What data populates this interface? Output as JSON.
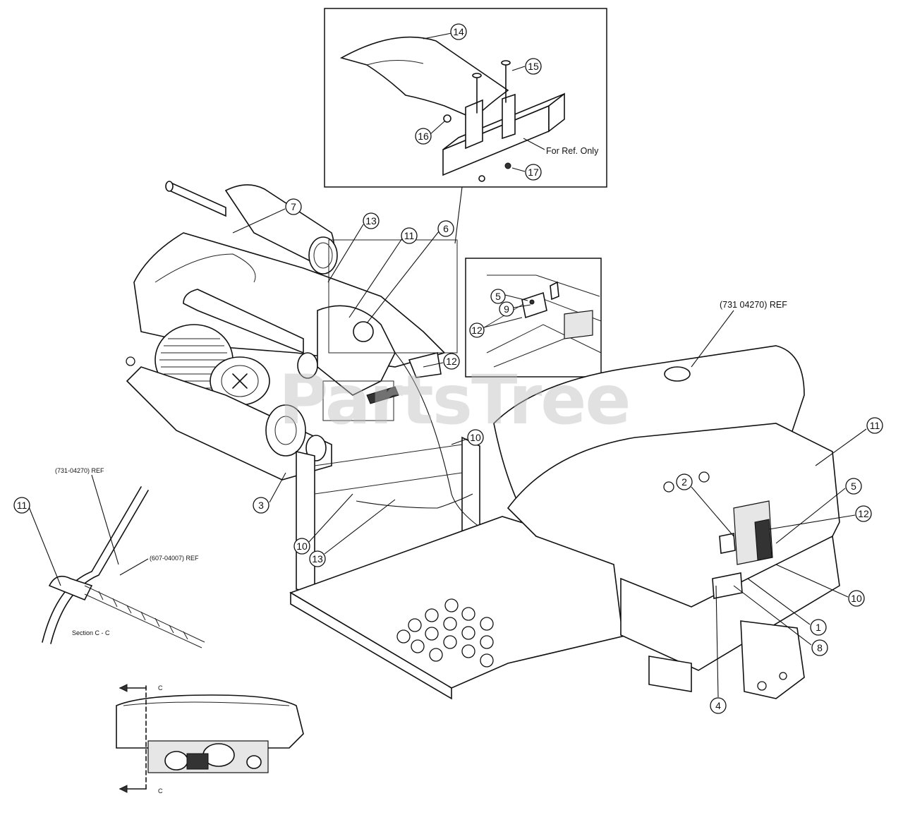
{
  "watermark": "PartsTree",
  "callouts": {
    "c14": "14",
    "c15": "15",
    "c16": "16",
    "c17": "17",
    "c7": "7",
    "c13a": "13",
    "c11a": "11",
    "c6": "6",
    "c5a": "5",
    "c9": "9",
    "c12a": "12",
    "c12b": "12",
    "c10a": "10",
    "c3": "3",
    "c10b": "10",
    "c13b": "13",
    "c11b": "11",
    "c2": "2",
    "c5b": "5",
    "c12c": "12",
    "c10c": "10",
    "c1": "1",
    "c8": "8",
    "c4": "4",
    "c11c": "11"
  },
  "labels": {
    "for_ref_only": "For Ref. Only",
    "ref_731_04270": "(731 04270) REF",
    "ref_731_side": "(731-04270) REF",
    "ref_607": "(607-04007) REF",
    "section": "Section C - C",
    "sect_mark_top": "C",
    "sect_mark_bottom": "C"
  },
  "colors": {
    "line": "#111111",
    "background": "#ffffff",
    "watermark": "#bdbdbd"
  }
}
